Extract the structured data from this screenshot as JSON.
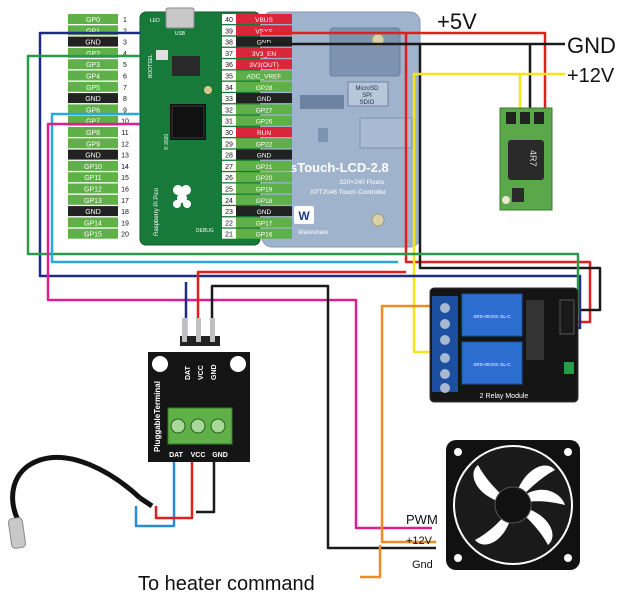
{
  "pico": {
    "left_pins": [
      {
        "n": "1",
        "name": "GP0",
        "type": "gp"
      },
      {
        "n": "2",
        "name": "GP1",
        "type": "gp"
      },
      {
        "n": "3",
        "name": "GND",
        "type": "gnd"
      },
      {
        "n": "4",
        "name": "GP2",
        "type": "gp"
      },
      {
        "n": "5",
        "name": "GP3",
        "type": "gp"
      },
      {
        "n": "6",
        "name": "GP4",
        "type": "gp"
      },
      {
        "n": "7",
        "name": "GP5",
        "type": "gp"
      },
      {
        "n": "8",
        "name": "GND",
        "type": "gnd"
      },
      {
        "n": "9",
        "name": "GP6",
        "type": "gp"
      },
      {
        "n": "10",
        "name": "GP7",
        "type": "gp"
      },
      {
        "n": "11",
        "name": "GP8",
        "type": "gp"
      },
      {
        "n": "12",
        "name": "GP9",
        "type": "gp"
      },
      {
        "n": "13",
        "name": "GND",
        "type": "gnd"
      },
      {
        "n": "14",
        "name": "GP10",
        "type": "gp"
      },
      {
        "n": "15",
        "name": "GP11",
        "type": "gp"
      },
      {
        "n": "16",
        "name": "GP12",
        "type": "gp"
      },
      {
        "n": "17",
        "name": "GP13",
        "type": "gp"
      },
      {
        "n": "18",
        "name": "GND",
        "type": "gnd"
      },
      {
        "n": "19",
        "name": "GP14",
        "type": "gp"
      },
      {
        "n": "20",
        "name": "GP15",
        "type": "gp"
      }
    ],
    "right_pins": [
      {
        "n": "40",
        "name": "VBUS",
        "type": "pwr"
      },
      {
        "n": "39",
        "name": "VSYS",
        "type": "pwr"
      },
      {
        "n": "38",
        "name": "GND",
        "type": "gnd"
      },
      {
        "n": "37",
        "name": "3V3_EN",
        "type": "pwr"
      },
      {
        "n": "36",
        "name": "3V3(OUT)",
        "type": "pwr"
      },
      {
        "n": "35",
        "name": "ADC_VREF",
        "type": "gp"
      },
      {
        "n": "34",
        "name": "GP28",
        "type": "gp"
      },
      {
        "n": "33",
        "name": "GND",
        "type": "gnd"
      },
      {
        "n": "32",
        "name": "GP27",
        "type": "gp"
      },
      {
        "n": "31",
        "name": "GP26",
        "type": "gp"
      },
      {
        "n": "30",
        "name": "RUN",
        "type": "pwr"
      },
      {
        "n": "29",
        "name": "GP22",
        "type": "gp"
      },
      {
        "n": "28",
        "name": "GND",
        "type": "gnd"
      },
      {
        "n": "27",
        "name": "GP21",
        "type": "gp"
      },
      {
        "n": "26",
        "name": "GP20",
        "type": "gp"
      },
      {
        "n": "25",
        "name": "GP19",
        "type": "gp"
      },
      {
        "n": "24",
        "name": "GP18",
        "type": "gp"
      },
      {
        "n": "23",
        "name": "GND",
        "type": "gnd"
      },
      {
        "n": "22",
        "name": "GP17",
        "type": "gp"
      },
      {
        "n": "21",
        "name": "GP16",
        "type": "gp"
      }
    ],
    "board_labels": {
      "usb": "USB",
      "led": "LED",
      "bootsel": "BOOTSEL",
      "debug": "DEBUG",
      "year": "© 2020",
      "vertical": "Raspberry Pi Pico"
    },
    "colors": {
      "gp": "#5fb048",
      "gnd": "#222222",
      "pwr": "#d9263b",
      "pin_num_bg": "#ffffff"
    }
  },
  "lcd": {
    "title": "sTouch-LCD-2.8",
    "res": "320×240 Pixels",
    "controller": "XPT2046 Touch Controller",
    "brand": "Waveshare",
    "sd": "MicroSD",
    "spi": "SPI",
    "sdio": "SDIO",
    "bg": "#9fb3cc"
  },
  "labels": {
    "plus5v": "+5V",
    "gnd": "GND",
    "plus12v": "+12V",
    "heater": "To heater command",
    "pwm": "PWM",
    "fan_12v": "+12V",
    "fan_gnd": "Gnd"
  },
  "terminal": {
    "title": "PluggableTerminal",
    "pins": [
      "DAT",
      "VCC",
      "GND"
    ],
    "bottom": [
      "DAT",
      "VCC",
      "GND"
    ]
  },
  "relay": {
    "caption": "2 Relay Module",
    "rating": "SRD-05VDC-SL-C"
  },
  "regulator": {
    "marking": "4R7"
  },
  "wire_colors": {
    "red": "#e0201f",
    "black": "#1a1a1a",
    "yellow": "#f5e31b",
    "green": "#2a9a4a",
    "navy": "#1e2a8a",
    "magenta": "#dd1f8e",
    "orange": "#f08a24",
    "blue": "#2a8ad8",
    "cyan": "#2aa7e0"
  }
}
